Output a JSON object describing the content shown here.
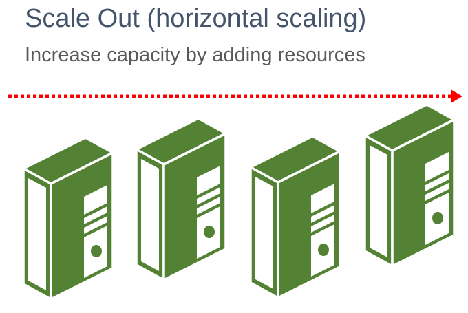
{
  "slide": {
    "title": "Scale Out (horizontal scaling)",
    "subtitle": "Increase capacity by adding resources"
  },
  "diagram": {
    "arrow_direction": "right",
    "server_count": 4,
    "icons": [
      "server-tower-icon",
      "server-tower-icon",
      "server-tower-icon",
      "server-tower-icon"
    ]
  },
  "colors": {
    "title": "#44546a",
    "subtitle": "#595959",
    "arrow": "#ff0000",
    "server_fill": "#548235",
    "server_line": "#ffffff"
  }
}
